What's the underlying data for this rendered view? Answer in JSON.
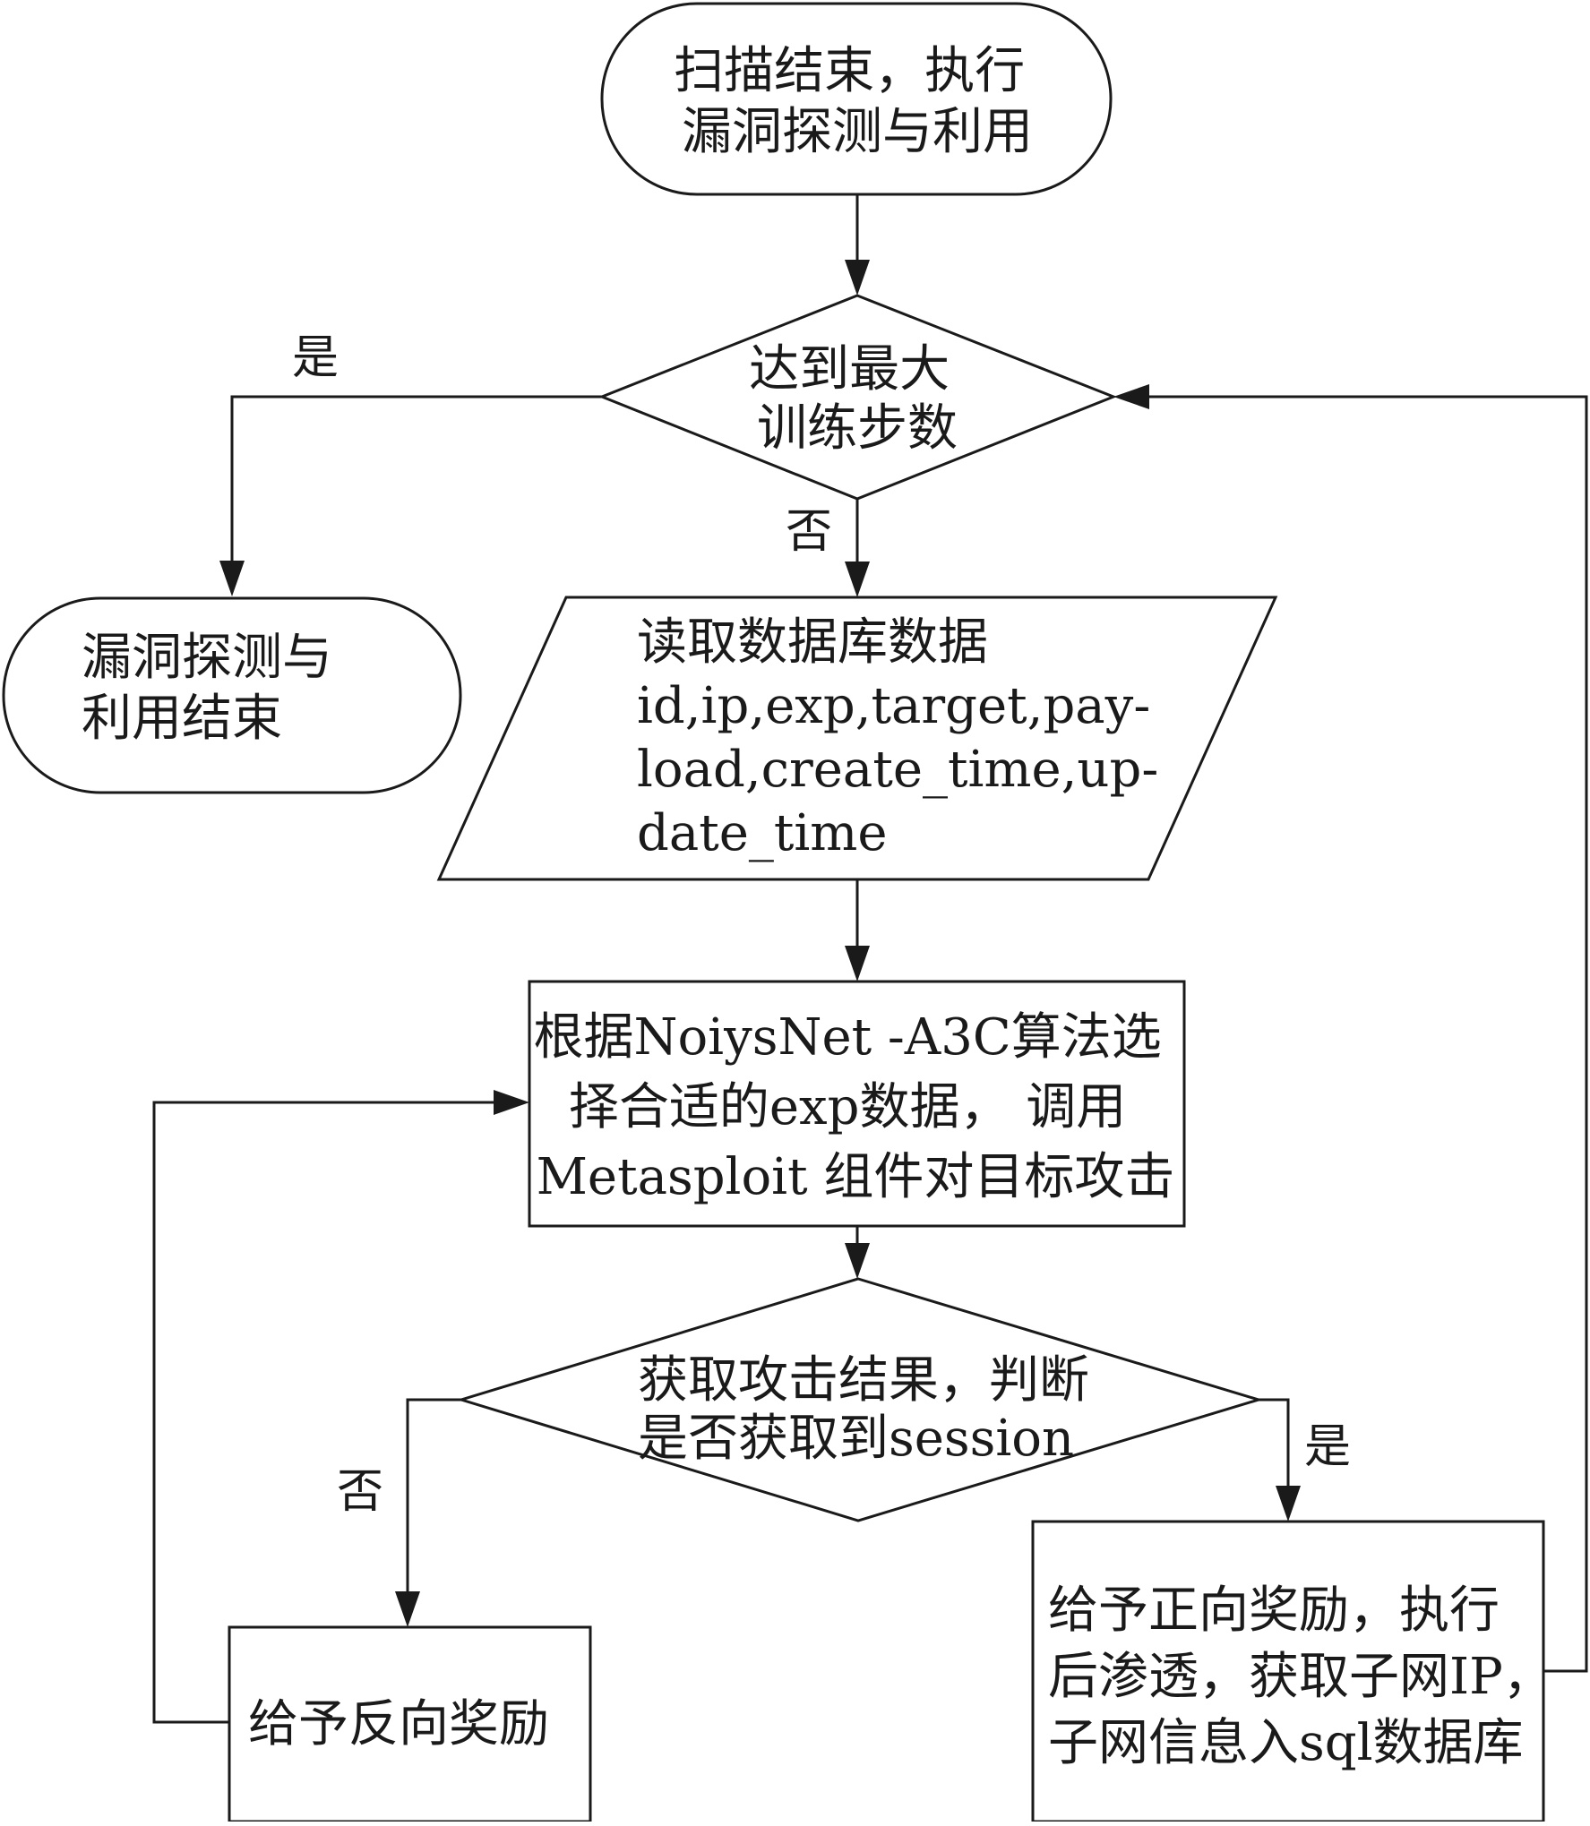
{
  "nodes": {
    "start": [
      "扫描结束，执行",
      "漏洞探测与利用"
    ],
    "decision_max_steps": [
      "达到最大",
      "训练步数"
    ],
    "end": [
      "漏洞探测与",
      "利用结束"
    ],
    "read_db": [
      "读取数据库数据",
      "id,ip,exp,target,pay-",
      "load,create_time,up-",
      "date_time"
    ],
    "select_exp": [
      "根据NoiysNet -A3C算法选",
      "择合适的exp数据，  调用",
      "Metasploit 组件对目标攻击"
    ],
    "decision_session": [
      "获取攻击结果，判断",
      "是否获取到session"
    ],
    "negative_reward": [
      "给予反向奖励"
    ],
    "positive_reward": [
      "给予正向奖励，执行",
      "后渗透，获取子网IP，",
      "子网信息入sql数据库"
    ]
  },
  "edge_labels": {
    "max_steps_yes": "是",
    "max_steps_no": "否",
    "session_no": "否",
    "session_yes": "是"
  }
}
